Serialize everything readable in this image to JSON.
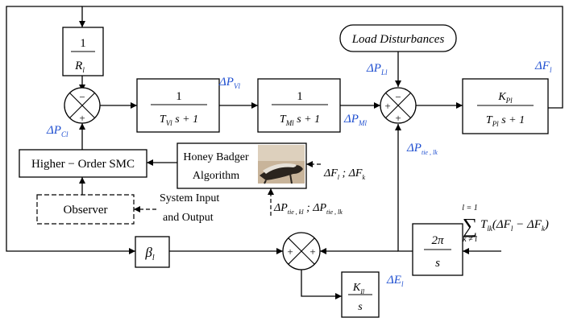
{
  "colors": {
    "signal_label": "#1f4fd0",
    "line": "#000000",
    "background": "#ffffff"
  },
  "blocks": {
    "droop": {
      "num": "1",
      "den_main": "R",
      "den_sub": "l"
    },
    "governor": {
      "num": "1",
      "den_T": "T",
      "den_sub": "Vl",
      "den_rest": " s + 1"
    },
    "turbine": {
      "num": "1",
      "den_T": "T",
      "den_sub": "Ml",
      "den_rest": " s + 1"
    },
    "power_system": {
      "num_K": "K",
      "num_sub": "Pl",
      "den_T": "T",
      "den_sub": "Pl",
      "den_rest": " s + 1"
    },
    "beta": {
      "main": "β",
      "sub": "l"
    },
    "integrator_tie": {
      "num": "2π",
      "den": "s"
    },
    "integrator_ace": {
      "num_K": "K",
      "num_sub": "Il",
      "den": "s"
    },
    "smc": {
      "label": "Higher − Order SMC"
    },
    "observer": {
      "label": "Observer"
    },
    "hba": {
      "line1": "Honey Badger",
      "line2": "Algorithm"
    },
    "load": {
      "label": "Load Disturbances"
    }
  },
  "signals": {
    "delta_pvl": {
      "main": "ΔP",
      "sub": "Vl"
    },
    "delta_pml": {
      "main": "ΔP",
      "sub": "Ml"
    },
    "delta_pcl": {
      "main": "ΔP",
      "sub": "Cl"
    },
    "delta_pll": {
      "main": "ΔP",
      "sub": "Ll"
    },
    "delta_fl": {
      "main": "ΔF",
      "sub": "l"
    },
    "delta_ptie": {
      "main": "ΔP",
      "sub": "tie , lk"
    },
    "delta_el": {
      "main": "ΔE",
      "sub": "l"
    }
  },
  "annotations": {
    "freq_pair": {
      "a": "ΔF",
      "a_sub": "l",
      "sep": " ; ",
      "b": "ΔF",
      "b_sub": "k"
    },
    "tie_pair": {
      "a": "ΔP",
      "a_sub": "tie , kl",
      "sep": " ; ",
      "b": "ΔP",
      "b_sub": "tie , lk"
    },
    "io": {
      "line1": "System Input",
      "line2": "and Output"
    },
    "sum_formula": {
      "upper": "l = 1",
      "sigma": "∑",
      "lower": "k ≠ l",
      "T": "T",
      "T_sub": "lk",
      "body": "(ΔF",
      "b_sub1": "l",
      "mid": " − ΔF",
      "b_sub2": "k",
      "close": ")"
    }
  },
  "junctions": {
    "sum1": {
      "top": "−",
      "bottom": "+"
    },
    "sum2": {
      "top": "−",
      "left": "+",
      "bottom": "+"
    },
    "sum3": {
      "left": "+",
      "right": "+"
    }
  }
}
